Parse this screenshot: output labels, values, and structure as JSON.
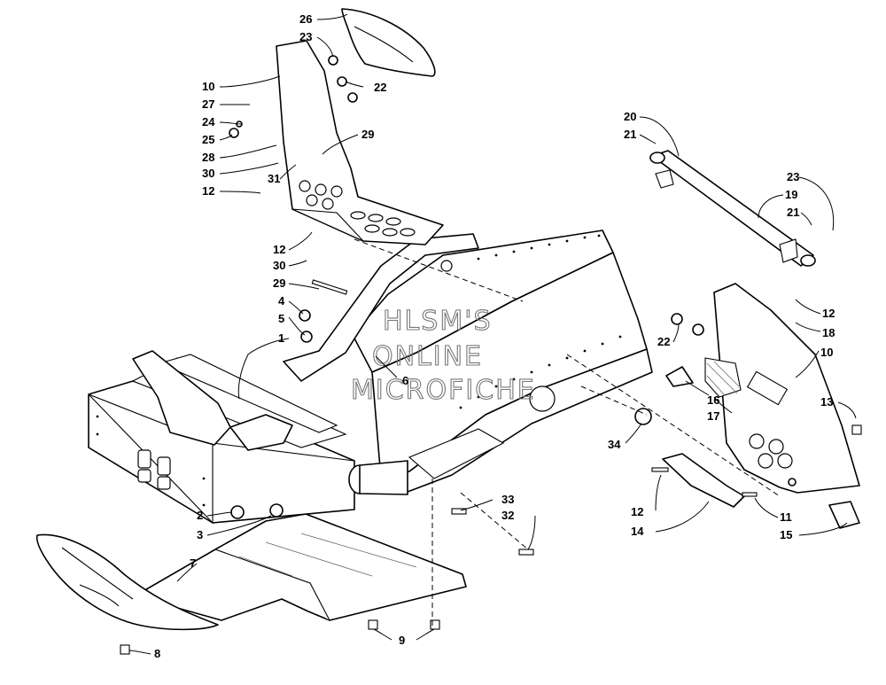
{
  "watermark": [
    "HLSM'S",
    "ONLINE",
    "MICROFICHE"
  ],
  "callouts": {
    "c26": "26",
    "c23a": "23",
    "c10a": "10",
    "c22a": "22",
    "c27": "27",
    "c24": "24",
    "c25": "25",
    "c28": "28",
    "c29a": "29",
    "c30a": "30",
    "c31": "31",
    "c12a": "12",
    "c12b": "12",
    "c30b": "30",
    "c29b": "29",
    "c4": "4",
    "c5": "5",
    "c1": "1",
    "c6": "6",
    "c2": "2",
    "c3": "3",
    "c7": "7",
    "c8": "8",
    "c9": "9",
    "c33": "33",
    "c32": "32",
    "c34": "34",
    "c16": "16",
    "c17": "17",
    "c22b": "22",
    "c20": "20",
    "c21a": "21",
    "c23b": "23",
    "c19": "19",
    "c21b": "21",
    "c12c": "12",
    "c18": "18",
    "c10b": "10",
    "c13": "13",
    "c12d": "12",
    "c14": "14",
    "c11": "11",
    "c15": "15"
  }
}
